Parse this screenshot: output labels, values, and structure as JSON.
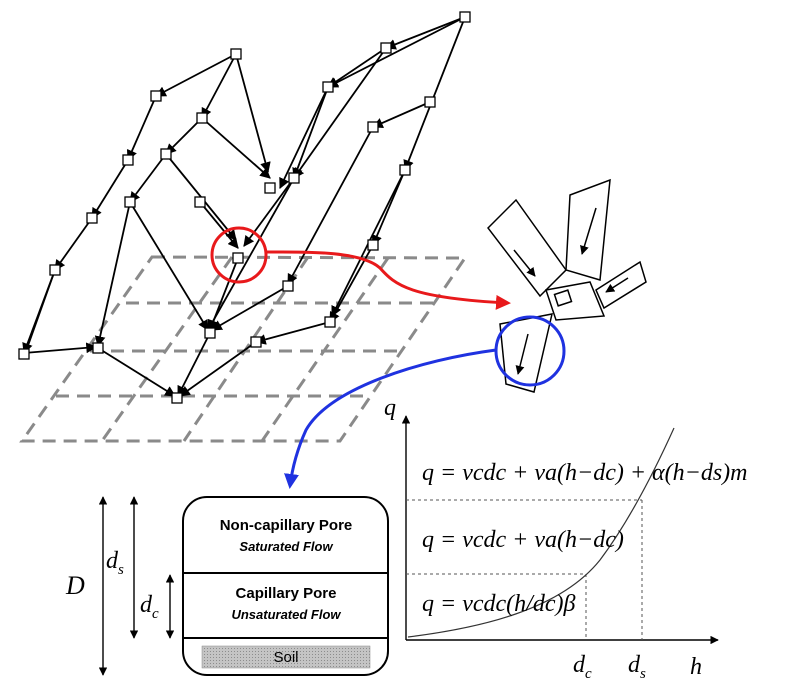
{
  "colors": {
    "lens_red": "#e8191b",
    "lens_blue": "#1f32e0",
    "grid_gray": "#8a8a8a",
    "soil_fill": "#b8b8b8"
  },
  "soil_column": {
    "top_layer": {
      "title": "Non-capillary Pore",
      "subtitle": "Saturated Flow"
    },
    "middle_layer": {
      "title": "Capillary Pore",
      "subtitle": "Unsaturated Flow"
    },
    "bottom_layer": {
      "label": "Soil"
    },
    "depth_labels": {
      "D": "D",
      "ds": "d",
      "ds_sub": "s",
      "dc": "d",
      "dc_sub": "c"
    }
  },
  "graph": {
    "y_axis_label": "q",
    "x_axis_label": "h",
    "x_ticks": [
      {
        "base": "d",
        "sub": "c"
      },
      {
        "base": "d",
        "sub": "s"
      }
    ],
    "equations": {
      "top": "q = vcdc + va(h−dc) + α(h−ds)m",
      "middle": "q = vcdc + va(h−dc)",
      "bottom": "q = vcdc(h/dc)β"
    }
  }
}
